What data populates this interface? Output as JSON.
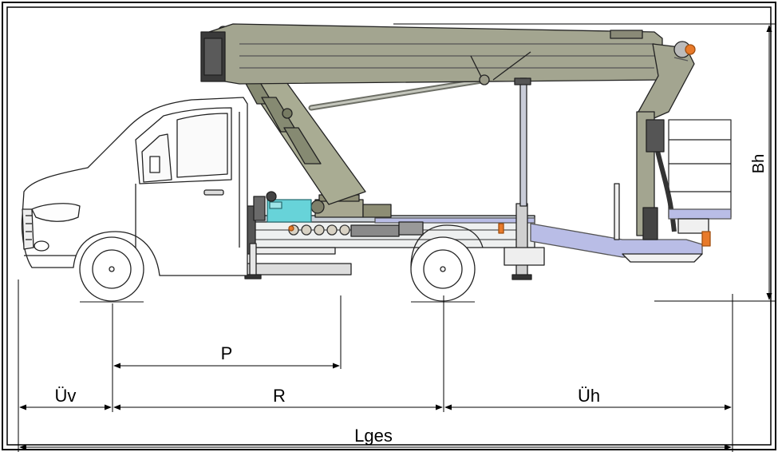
{
  "dimensions": {
    "wheelbase_partial": "P",
    "wheelbase": "R",
    "front_overhang": "Üv",
    "rear_overhang": "Üh",
    "overall_length": "Lges",
    "overall_height": "Bh"
  }
}
